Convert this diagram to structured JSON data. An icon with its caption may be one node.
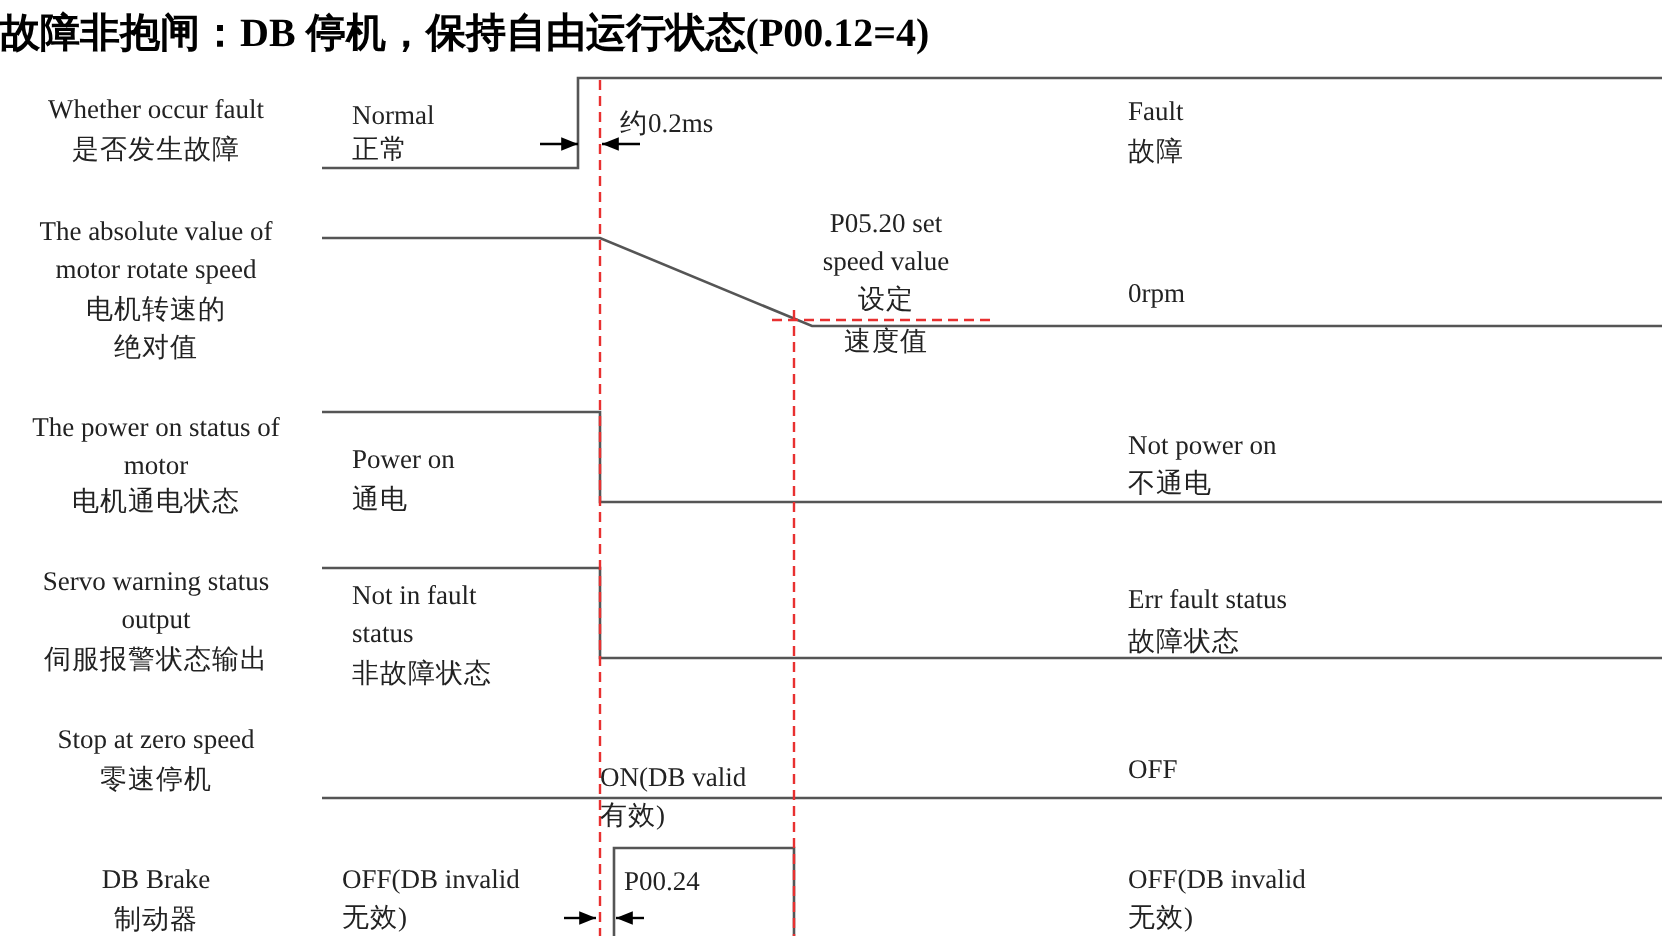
{
  "diagram": {
    "title": "故障非抱闸：DB 停机，保持自由运行状态(P00.12=4)",
    "labels": [
      "Whether occur fault",
      "是否发生故障",
      "Normal",
      "正常",
      "约0.2ms",
      "Fault",
      "故障",
      "The absolute value of motor rotate speed",
      "电机转速的绝对值",
      "P05.20 set speed value",
      "设定",
      "速度值",
      "0rpm",
      "The power on status of motor",
      "电机通电状态",
      "Power on",
      "通电",
      "Not power on",
      "不通电",
      "Servo warning status output",
      "伺服报警状态输出",
      "Not in fault status",
      "非故障状态",
      "Err fault status",
      "故障状态",
      "Stop at zero speed",
      "零速停机",
      "OFF",
      "ON(DB valid 有效)",
      "P00.24",
      "DB Brake",
      "制动器",
      "OFF(DB invalid 无效)",
      "OFF(DB invalid 无效)"
    ]
  }
}
